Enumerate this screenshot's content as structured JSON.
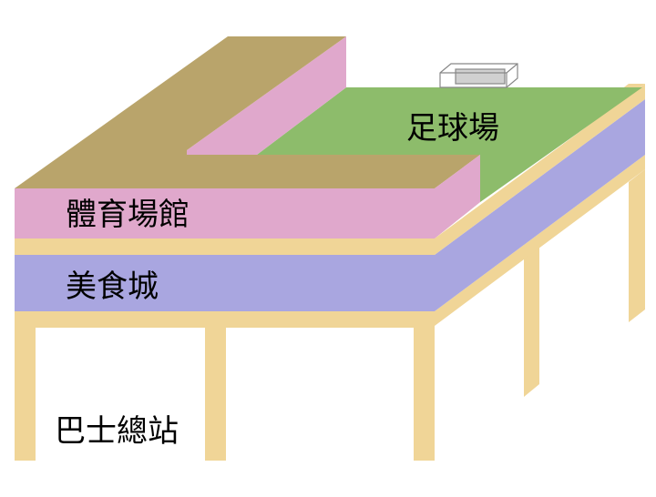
{
  "diagram": {
    "labels": {
      "football_field": "足球場",
      "sports_hall": "體育場館",
      "food_court": "美食城",
      "bus_terminus": "巴士總站"
    },
    "colors": {
      "roof_brown": "#b9a46b",
      "sports_pink": "#e0a8cc",
      "field_green": "#8dbc6b",
      "food_purple": "#a9a6e0",
      "structure_beige": "#f0d597",
      "goal_white": "#ffffff",
      "net_gray": "#d0d0d0",
      "outline": "#888888"
    }
  }
}
